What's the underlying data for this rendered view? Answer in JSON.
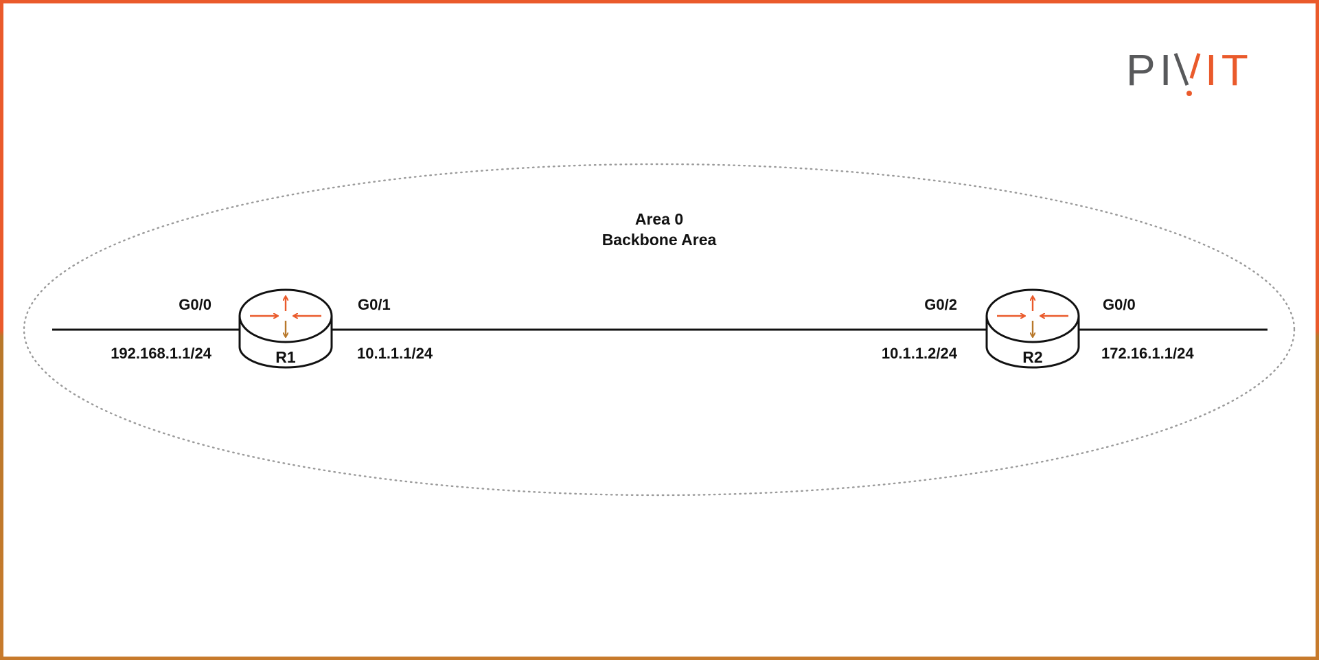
{
  "colors": {
    "accent": "#ea5a2b",
    "accent_dark": "#c0772c",
    "line": "#111111",
    "area_outline": "#9a9a9a",
    "logo_grey": "#58595b"
  },
  "logo": {
    "text_left": "PI",
    "text_right": "IT",
    "full": "PIVIT"
  },
  "area": {
    "line1": "Area 0",
    "line2": "Backbone Area"
  },
  "routers": [
    {
      "name": "R1",
      "left_interface": "G0/0",
      "left_ip": "192.168.1.1/24",
      "right_interface": "G0/1",
      "right_ip": "10.1.1.1/24",
      "icon": "router-icon"
    },
    {
      "name": "R2",
      "left_interface": "G0/2",
      "left_ip": "10.1.1.2/24",
      "right_interface": "G0/0",
      "right_ip": "172.16.1.1/24",
      "icon": "router-icon"
    }
  ]
}
